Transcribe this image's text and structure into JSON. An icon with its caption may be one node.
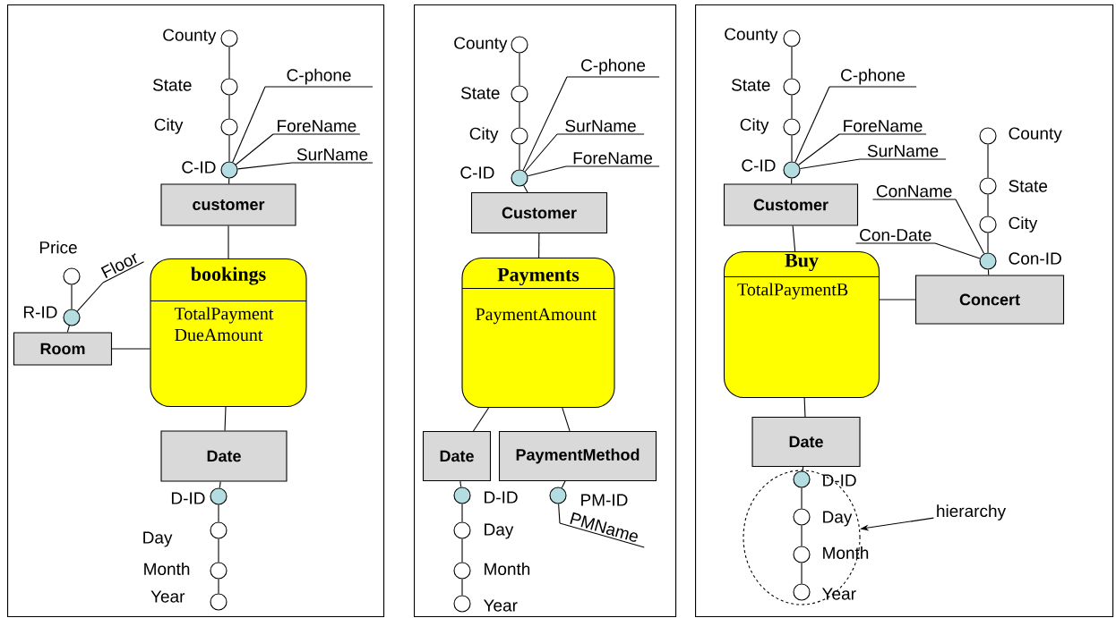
{
  "diagram": {
    "nodes": [
      {
        "text": [],
        "shape": "box"
      },
      {
        "text": [],
        "shape": "circle",
        "beside": [
          "County"
        ],
        "in": 0
      },
      {
        "text": [],
        "shape": "circle",
        "beside": [
          "State"
        ],
        "in": 0
      },
      {
        "text": [],
        "shape": "circle",
        "beside": [
          "City"
        ],
        "in": 0
      },
      {
        "text": [],
        "shape": "circle",
        "beside": [
          "C-ID"
        ],
        "in": 0
      },
      {
        "text": [
          "C-phone"
        ],
        "in": 0
      },
      {
        "text": [
          "ForeName"
        ],
        "in": 0
      },
      {
        "text": [
          "SurName"
        ],
        "in": 0
      },
      {
        "text": [
          "customer"
        ],
        "in": 0
      },
      {
        "text": [],
        "shape": "circle",
        "beside": [
          "Price"
        ],
        "in": 0
      },
      {
        "text": [
          "Floor"
        ],
        "in": 0
      },
      {
        "text": [],
        "shape": "circle",
        "beside": [
          "R-ID"
        ],
        "in": 0
      },
      {
        "text": [
          "bookings",
          "TotalPayment",
          "DueAmount"
        ],
        "in": 0
      },
      {
        "text": [
          "Room"
        ],
        "in": 0
      },
      {
        "text": [
          "Date"
        ],
        "in": 0
      },
      {
        "text": [],
        "shape": "circle",
        "beside": [
          "D-ID"
        ],
        "in": 0
      },
      {
        "text": [],
        "shape": "circle",
        "beside": [
          "Day"
        ],
        "in": 0
      },
      {
        "text": [],
        "shape": "circle",
        "beside": [
          "Month"
        ],
        "in": 0
      },
      {
        "text": [],
        "shape": "circle",
        "beside": [
          "Year"
        ],
        "in": 0
      },
      {
        "text": [],
        "shape": "box"
      },
      {
        "text": [],
        "shape": "circle",
        "beside": [
          "County"
        ],
        "in": 19
      },
      {
        "text": [],
        "shape": "circle",
        "beside": [
          "State"
        ],
        "in": 19
      },
      {
        "text": [],
        "shape": "circle",
        "beside": [
          "City"
        ],
        "in": 19
      },
      {
        "text": [],
        "shape": "circle",
        "beside": [
          "C-ID"
        ],
        "in": 19
      },
      {
        "text": [
          "C-phone"
        ],
        "in": 19
      },
      {
        "text": [
          "SurName"
        ],
        "in": 19
      },
      {
        "text": [
          "ForeName"
        ],
        "in": 19
      },
      {
        "text": [
          "Customer"
        ],
        "in": 19
      },
      {
        "text": [
          "Payments",
          "PaymentAmount"
        ],
        "in": 19
      },
      {
        "text": [
          "Date"
        ],
        "in": 19
      },
      {
        "text": [
          "PaymentMethod"
        ],
        "in": 19
      },
      {
        "text": [],
        "shape": "circle",
        "beside": [
          "D-ID"
        ],
        "in": 19
      },
      {
        "text": [],
        "shape": "circle",
        "beside": [
          "Day"
        ],
        "in": 19
      },
      {
        "text": [],
        "shape": "circle",
        "beside": [
          "Month"
        ],
        "in": 19
      },
      {
        "text": [],
        "shape": "circle",
        "beside": [
          "Year"
        ],
        "in": 19
      },
      {
        "text": [],
        "shape": "circle",
        "beside": [
          "PM-ID"
        ],
        "in": 19
      },
      {
        "text": [
          "PMName"
        ],
        "in": 19
      },
      {
        "text": [],
        "shape": "box"
      },
      {
        "text": [],
        "shape": "circle",
        "beside": [
          "County"
        ],
        "in": 37
      },
      {
        "text": [],
        "shape": "circle",
        "beside": [
          "State"
        ],
        "in": 37
      },
      {
        "text": [],
        "shape": "circle",
        "beside": [
          "City"
        ],
        "in": 37
      },
      {
        "text": [],
        "shape": "circle",
        "beside": [
          "C-ID"
        ],
        "in": 37
      },
      {
        "text": [
          "C-phone"
        ],
        "in": 37
      },
      {
        "text": [
          "ForeName"
        ],
        "in": 37
      },
      {
        "text": [
          "SurName"
        ],
        "in": 37
      },
      {
        "text": [],
        "shape": "circle",
        "beside": [
          "County"
        ],
        "in": 37
      },
      {
        "text": [
          "ConName"
        ],
        "in": 37
      },
      {
        "text": [],
        "shape": "circle",
        "beside": [
          "State"
        ],
        "in": 37
      },
      {
        "text": [],
        "shape": "circle",
        "beside": [
          "City"
        ],
        "in": 37
      },
      {
        "text": [
          "Con-Date"
        ],
        "in": 37
      },
      {
        "text": [],
        "shape": "circle",
        "beside": [
          "Con-ID"
        ],
        "in": 37
      },
      {
        "text": [
          "Customer"
        ],
        "in": 37
      },
      {
        "text": [
          "Buy",
          "TotalPaymentB"
        ],
        "in": 37
      },
      {
        "text": [
          "Concert"
        ],
        "in": 37
      },
      {
        "text": [
          "Date"
        ],
        "in": 37
      },
      {
        "text": [],
        "shape": "ellipse",
        "in": 37
      },
      {
        "text": [],
        "shape": "circle",
        "beside": [
          "D-ID"
        ],
        "in": 55
      },
      {
        "text": [],
        "shape": "circle",
        "beside": [
          "Day"
        ],
        "in": 55
      },
      {
        "text": [],
        "shape": "circle",
        "beside": [
          "Month"
        ],
        "in": 55
      },
      {
        "text": [],
        "shape": "circle",
        "beside": [
          "Year"
        ],
        "in": 55
      },
      {
        "text": [
          "hierarchy"
        ],
        "in": 37
      }
    ],
    "edges": [
      {
        "from": 1,
        "to": 2,
        "arrow": "none"
      },
      {
        "from": 2,
        "to": 3,
        "arrow": "none"
      },
      {
        "from": 3,
        "to": 4,
        "arrow": "none"
      },
      {
        "from": 4,
        "to": 5,
        "arrow": "none"
      },
      {
        "from": 4,
        "to": 6,
        "arrow": "none"
      },
      {
        "from": 4,
        "to": 7,
        "arrow": "none"
      },
      {
        "from": 8,
        "to": 4,
        "arrow": "none"
      },
      {
        "from": 12,
        "to": 8,
        "arrow": "none"
      },
      {
        "from": 9,
        "to": 11,
        "arrow": "none"
      },
      {
        "from": 11,
        "to": 10,
        "arrow": "none"
      },
      {
        "from": 13,
        "to": 11,
        "arrow": "none"
      },
      {
        "from": 13,
        "to": 12,
        "arrow": "none"
      },
      {
        "from": 12,
        "to": 14,
        "arrow": "none"
      },
      {
        "from": 14,
        "to": 15,
        "arrow": "none"
      },
      {
        "from": 15,
        "to": 16,
        "arrow": "none"
      },
      {
        "from": 16,
        "to": 17,
        "arrow": "none"
      },
      {
        "from": 17,
        "to": 18,
        "arrow": "none"
      },
      {
        "from": 20,
        "to": 21,
        "arrow": "none"
      },
      {
        "from": 21,
        "to": 22,
        "arrow": "none"
      },
      {
        "from": 22,
        "to": 23,
        "arrow": "none"
      },
      {
        "from": 23,
        "to": 24,
        "arrow": "none"
      },
      {
        "from": 23,
        "to": 25,
        "arrow": "none"
      },
      {
        "from": 23,
        "to": 26,
        "arrow": "none"
      },
      {
        "from": 27,
        "to": 23,
        "arrow": "none"
      },
      {
        "from": 28,
        "to": 27,
        "arrow": "none"
      },
      {
        "from": 28,
        "to": 29,
        "arrow": "none"
      },
      {
        "from": 28,
        "to": 30,
        "arrow": "none"
      },
      {
        "from": 29,
        "to": 31,
        "arrow": "none"
      },
      {
        "from": 31,
        "to": 32,
        "arrow": "none"
      },
      {
        "from": 32,
        "to": 33,
        "arrow": "none"
      },
      {
        "from": 33,
        "to": 34,
        "arrow": "none"
      },
      {
        "from": 30,
        "to": 35,
        "arrow": "none"
      },
      {
        "from": 35,
        "to": 36,
        "arrow": "none"
      },
      {
        "from": 38,
        "to": 39,
        "arrow": "none"
      },
      {
        "from": 39,
        "to": 40,
        "arrow": "none"
      },
      {
        "from": 40,
        "to": 41,
        "arrow": "none"
      },
      {
        "from": 41,
        "to": 42,
        "arrow": "none"
      },
      {
        "from": 41,
        "to": 43,
        "arrow": "none"
      },
      {
        "from": 41,
        "to": 44,
        "arrow": "none"
      },
      {
        "from": 51,
        "to": 41,
        "arrow": "none"
      },
      {
        "from": 52,
        "to": 51,
        "arrow": "none"
      },
      {
        "from": 45,
        "to": 47,
        "arrow": "none"
      },
      {
        "from": 47,
        "to": 48,
        "arrow": "none"
      },
      {
        "from": 48,
        "to": 50,
        "arrow": "none"
      },
      {
        "from": 50,
        "to": 46,
        "arrow": "none"
      },
      {
        "from": 50,
        "to": 49,
        "arrow": "none"
      },
      {
        "from": 53,
        "to": 50,
        "arrow": "none"
      },
      {
        "from": 53,
        "to": 52,
        "arrow": "none"
      },
      {
        "from": 52,
        "to": 54,
        "arrow": "none"
      },
      {
        "from": 54,
        "to": 56,
        "arrow": "none"
      },
      {
        "from": 56,
        "to": 57,
        "arrow": "none"
      },
      {
        "from": 57,
        "to": 58,
        "arrow": "none"
      },
      {
        "from": 58,
        "to": 59,
        "arrow": "none"
      },
      {
        "from": 60,
        "to": 55,
        "arrow": "to"
      }
    ]
  }
}
